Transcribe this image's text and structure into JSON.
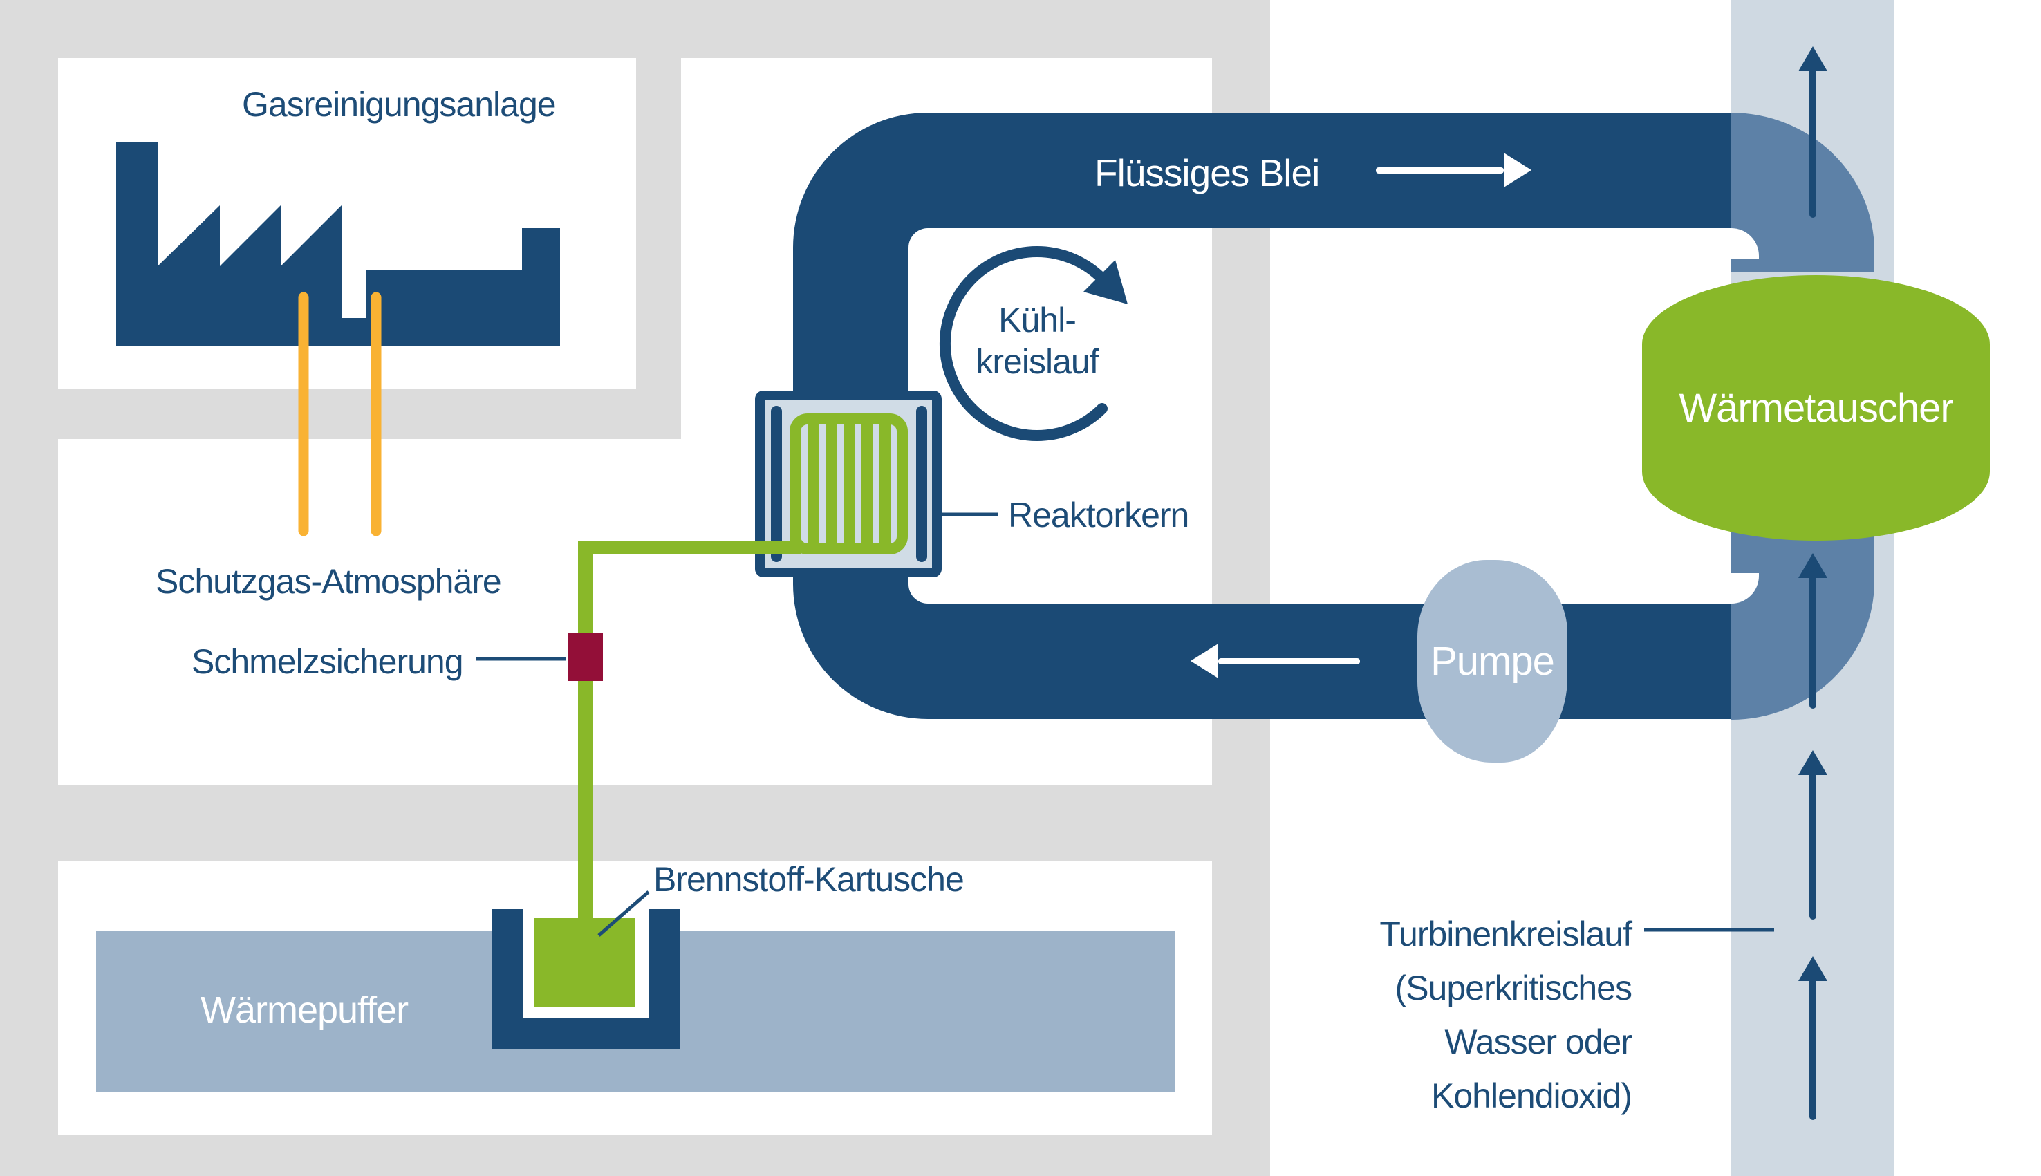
{
  "diagram": {
    "type": "reactor-cooling-circuit-schematic",
    "language": "de"
  },
  "labels": {
    "gasreinigungsanlage": "Gasreinigungsanlage",
    "schutzgas_atmosphaere": "Schutzgas-Atmosphäre",
    "schmelzsicherung": "Schmelzsicherung",
    "fluessiges_blei": "Flüssiges Blei",
    "kuehlkreislauf_line1": "Kühl-",
    "kuehlkreislauf_line2": "kreislauf",
    "reaktorkern": "Reaktorkern",
    "pumpe": "Pumpe",
    "waermetauscher": "Wärmetauscher",
    "brennstoff_kartusche": "Brennstoff-Kartusche",
    "waermepuffer": "Wärmepuffer",
    "turbine_lines": [
      "Turbinenkreislauf",
      "(Superkritisches",
      "Wasser oder",
      "Kohlendioxid)"
    ]
  },
  "arrows": {
    "top_pipe_flow": "right",
    "bottom_pipe_flow": "left",
    "cooling_loop": "clockwise",
    "turbine_band_flow": "up",
    "turbine_band_arrow_count": 4
  },
  "colors": {
    "navy_pipe": "#1b4a75",
    "navy_text": "#1d4c77",
    "green": "#89b829",
    "orange": "#f9b233",
    "dark_red_fuse": "#930f38",
    "turbine_band": "#cfd9e2",
    "steel_pipe": "#5d81a7",
    "pump_fill": "#a9bdd2",
    "heat_buffer_fill": "#9db3c9",
    "reactor_inner_fill": "#d0dce6",
    "background_panel": "#dcdcdc",
    "background_page": "#ffffff",
    "white": "#ffffff"
  }
}
